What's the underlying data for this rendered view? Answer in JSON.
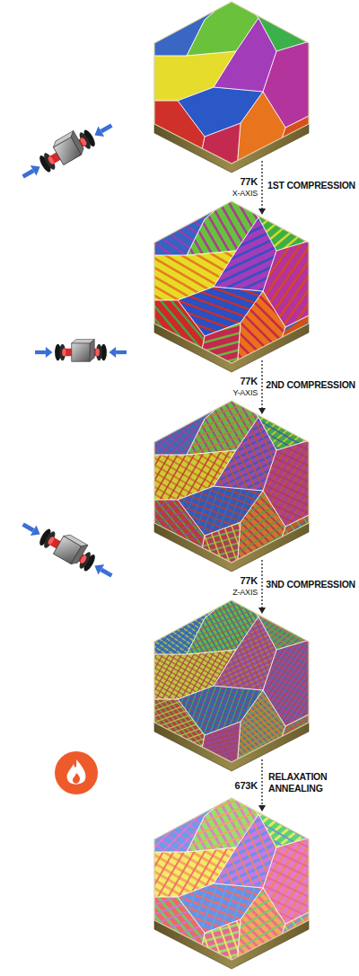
{
  "diagram": {
    "labels": [
      "77K",
      "X-AXIS",
      "1ST COMPRESSION",
      "77K",
      "Y-AXIS",
      "2ND COMPRESSION",
      "77K",
      "Z-AXIS",
      "3ND COMPRESSION",
      "673K",
      "RELAXATION ANNEALING"
    ]
  }
}
